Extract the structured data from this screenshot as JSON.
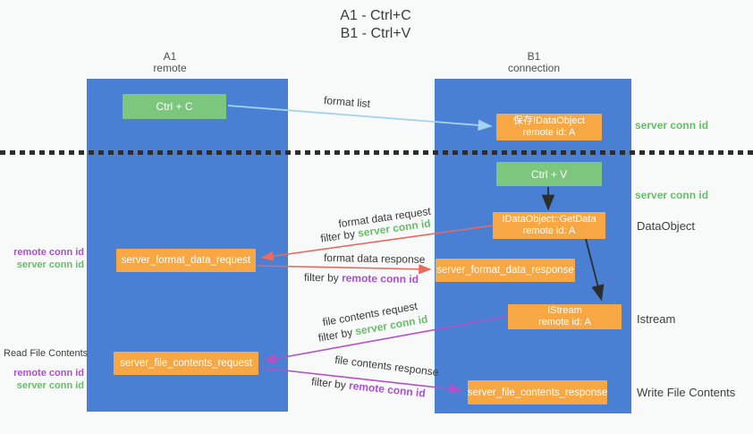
{
  "title": {
    "line1": "A1 - Ctrl+C",
    "line2": "B1 - Ctrl+V"
  },
  "columns": {
    "left": {
      "id": "A1",
      "name": "remote"
    },
    "right": {
      "id": "B1",
      "name": "connection"
    }
  },
  "nodes": {
    "ctrl_c": {
      "label": "Ctrl + C"
    },
    "save_dataobject": {
      "line1": "保存IDataObject",
      "line2": "remote id: A"
    },
    "ctrl_v": {
      "label": "Ctrl + V"
    },
    "getdata": {
      "line1": "IDataObject::GetData",
      "line2": "remote id: A"
    },
    "format_request": {
      "label": "server_format_data_request"
    },
    "format_response": {
      "label": "server_format_data_response"
    },
    "istream": {
      "line1": "IStream",
      "line2": "remote id: A"
    },
    "file_request": {
      "label": "server_file_contents_request"
    },
    "file_response": {
      "label": "server_file_contents_response"
    }
  },
  "arrows": {
    "format_list": "format list",
    "format_data_request": "format data request",
    "format_data_response": "format data response",
    "file_contents_request": "file contents request",
    "file_contents_response": "file contents response",
    "filter_by": "filter by",
    "server_conn_id": "server conn id",
    "remote_conn_id": "remote conn id"
  },
  "side": {
    "server_conn_id": "server conn id",
    "remote_conn_id": "remote conn id",
    "dataobject": "DataObject",
    "istream_label": "Istream",
    "read_file_contents": "Read File Contents",
    "write_file_contents": "Write File Contents"
  },
  "colors": {
    "column_blue": "#4a80d4",
    "box_green": "#7cc67e",
    "box_orange": "#f7a844",
    "arrow_lightblue": "#a5d2ee",
    "arrow_red": "#e96a5e",
    "arrow_purple": "#b451c6",
    "arrow_black": "#2d2d2d",
    "text_green": "#68bd6b",
    "text_purple": "#ab4fcd"
  }
}
